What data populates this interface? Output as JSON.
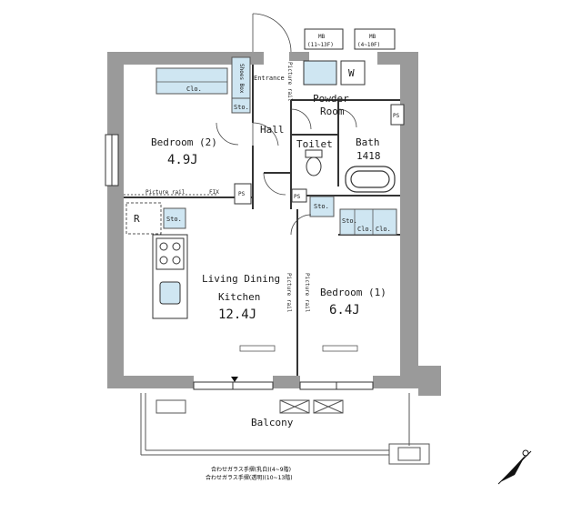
{
  "rooms": {
    "bedroom2_name": "Bedroom (2)",
    "bedroom2_size": "4.9J",
    "ldk_line1": "Living Dining",
    "ldk_line2": "Kitchen",
    "ldk_size": "12.4J",
    "bedroom1_name": "Bedroom (1)",
    "bedroom1_size": "6.4J",
    "hall": "Hall",
    "toilet": "Toilet",
    "bath": "Bath",
    "bath_size": "1418",
    "powder_line1": "Powder",
    "powder_line2": "Room",
    "entrance": "Entrance",
    "balcony": "Balcony"
  },
  "fixtures": {
    "clo": "Clo.",
    "sto": "Sto.",
    "shoe_box": "Shoes Box",
    "picture_rail": "Picture rail",
    "fix": "FIX",
    "ps": "PS",
    "washer": "W",
    "refrigerator": "R",
    "mb_top": "MB",
    "mb_top_floors": "(11~13F)",
    "mb_right": "MB",
    "mb_right_floors": "(4~10F)"
  },
  "notes": {
    "railing_line1": "合わせガラス手摺(乳白)(4~9階)",
    "railing_line2": "合わせガラス手摺(透明)(10~13階)"
  }
}
